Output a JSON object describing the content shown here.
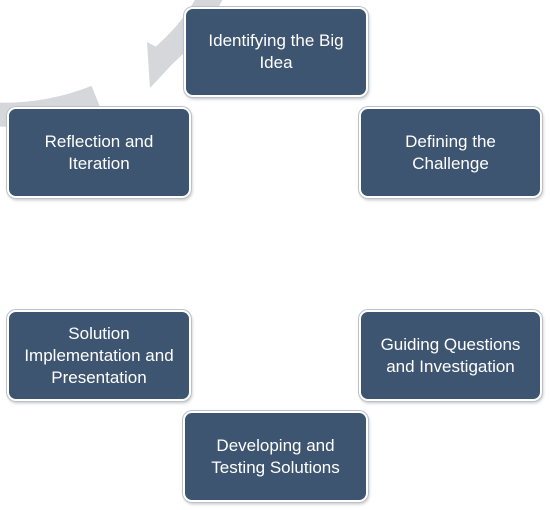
{
  "colors": {
    "node_fill": "#3d5570",
    "node_text": "#ffffff",
    "arrow": "#d5d7da"
  },
  "steps": [
    {
      "label": "Identifying the Big Idea"
    },
    {
      "label": "Defining the Challenge"
    },
    {
      "label": "Guiding Questions and Investigation"
    },
    {
      "label": "Developing and Testing Solutions"
    },
    {
      "label": "Solution Implementation and Presentation"
    },
    {
      "label": "Reflection and Iteration"
    }
  ]
}
